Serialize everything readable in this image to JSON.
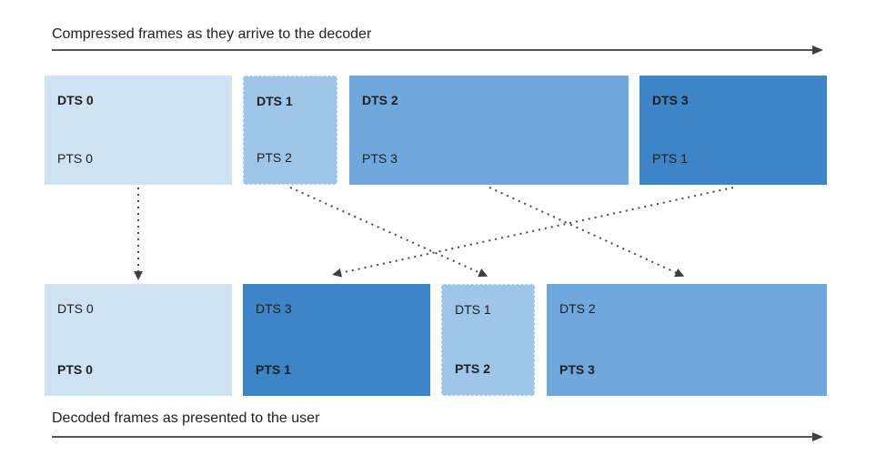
{
  "diagram": {
    "top_timeline": {
      "caption": "Compressed frames as they arrive to the decoder",
      "frames": [
        {
          "dts": "DTS 0",
          "pts": "PTS 0"
        },
        {
          "dts": "DTS 1",
          "pts": "PTS 2"
        },
        {
          "dts": "DTS 2",
          "pts": "PTS 3"
        },
        {
          "dts": "DTS 3",
          "pts": "PTS 1"
        }
      ]
    },
    "bottom_timeline": {
      "caption": "Decoded frames as presented to the user",
      "frames": [
        {
          "dts": "DTS 0",
          "pts": "PTS 0"
        },
        {
          "dts": "DTS 3",
          "pts": "PTS 1"
        },
        {
          "dts": "DTS 1",
          "pts": "PTS 2"
        },
        {
          "dts": "DTS 2",
          "pts": "PTS 3"
        }
      ]
    },
    "connections": [
      {
        "from": "arrival slot 1 (DTS 0)",
        "to": "presentation slot 1 (PTS 0)"
      },
      {
        "from": "arrival slot 2 (DTS 1)",
        "to": "presentation slot 3 (PTS 2)"
      },
      {
        "from": "arrival slot 3 (DTS 2)",
        "to": "presentation slot 4 (PTS 3)"
      },
      {
        "from": "arrival slot 4 (DTS 3)",
        "to": "presentation slot 2 (PTS 1)"
      }
    ],
    "colors": {
      "frame0": "#cfe2f3",
      "frame1": "#9fc5e8",
      "frame2": "#6fa8dc",
      "frame3": "#3d85c6",
      "connector": "#45494e",
      "arrowhead": "#3c4043",
      "text": "#202124"
    }
  }
}
